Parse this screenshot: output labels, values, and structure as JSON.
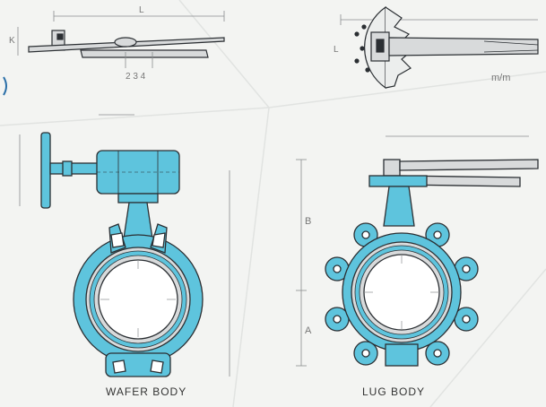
{
  "captions": {
    "wafer": "WAFER BODY",
    "lug": "LUG BODY"
  },
  "dimension_labels": {
    "top_left_L": "L",
    "top_left_K": "K",
    "top_left_ticks": "2 3 4",
    "top_right_mm": "m/m",
    "top_right_L": "L",
    "lug_B": "B",
    "lug_A": "A"
  },
  "colors": {
    "body_fill": "#5ec4dd",
    "outline": "#2b2f33",
    "handle": "#d8dadb",
    "dimension_line": "#8a8d8f",
    "background": "#f3f4f2"
  }
}
